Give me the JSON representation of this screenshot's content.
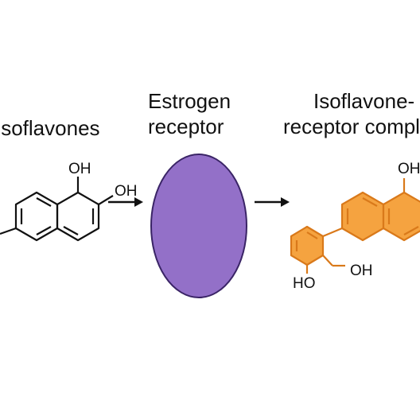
{
  "labels": {
    "left": "Isoflavones",
    "middle_line1": "Estrogen",
    "middle_line2": "receptor",
    "right_line1": "Isoflavone-",
    "right_line2": "receptor complex"
  },
  "left_molecule": {
    "oh_top": "OH",
    "oh_right": "OH",
    "stroke_color": "#111111"
  },
  "receptor": {
    "fill_color": "#9370C8"
  },
  "complex_molecule": {
    "oh_top": "OH",
    "ho_bottom": "HO",
    "oh_bottom": "OH",
    "fill_color": "#F5A340",
    "stroke_color": "#D9791A"
  },
  "arrows": {
    "color": "#111111"
  }
}
